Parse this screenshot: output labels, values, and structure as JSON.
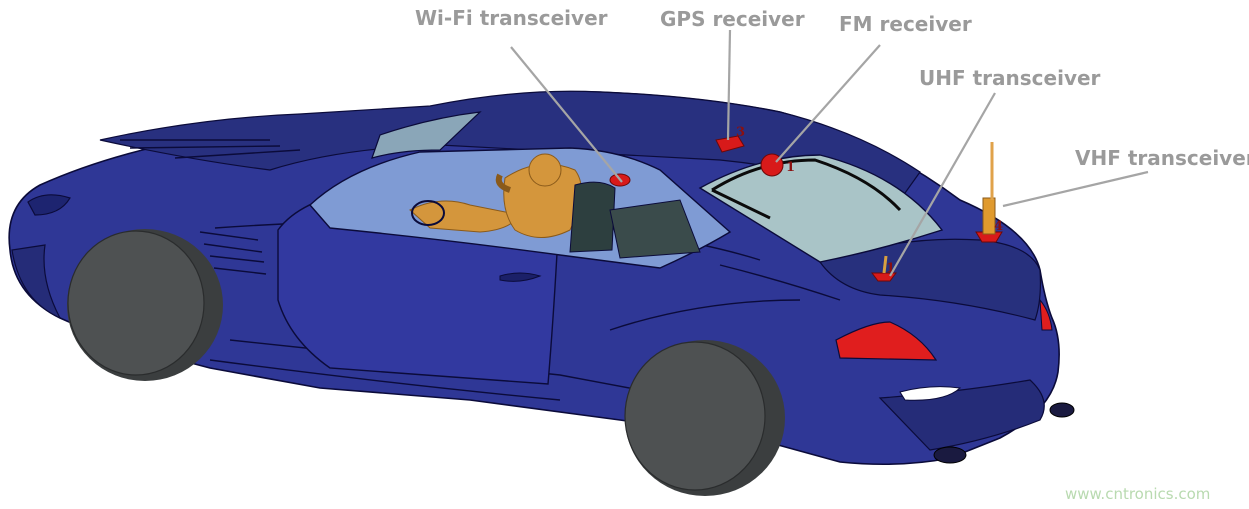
{
  "labels": {
    "wifi": "Wi-Fi transceiver",
    "gps": "GPS receiver",
    "fm": "FM receiver",
    "uhf": "UHF transceiver",
    "vhf": "VHF transceiver"
  },
  "markers": {
    "fm": "1",
    "uhf": "1",
    "gps": "3",
    "vhf": "4"
  },
  "watermark": "www.cntronics.com",
  "colors": {
    "body": "#2f3796",
    "body_dark": "#1d2470",
    "glass": "#a9c4c7",
    "tire": "#4e5152",
    "antenna_red": "#d81a1a",
    "vhf_antenna": "#e09a2e",
    "occupant": "#d4963c",
    "label": "#9a9a9a",
    "watermark": "#b9dab0"
  }
}
